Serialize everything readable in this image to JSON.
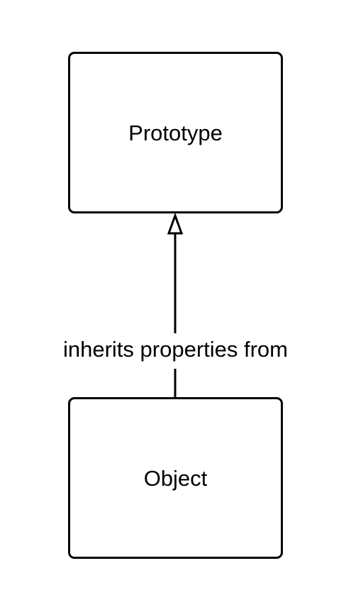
{
  "nodes": {
    "prototype": {
      "label": "Prototype"
    },
    "object": {
      "label": "Object"
    }
  },
  "edge": {
    "label": "inherits properties from",
    "from": "object",
    "to": "prototype",
    "arrowhead": "hollow-triangle"
  }
}
